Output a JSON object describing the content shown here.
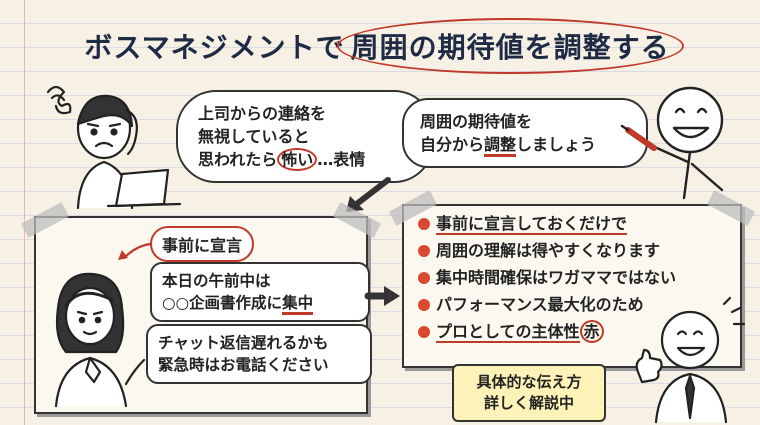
{
  "title": {
    "prefix": "ボスマネジメントで",
    "highlight": "周囲の期待値を調整する"
  },
  "worried_bubble": {
    "line1": "上司からの連絡を",
    "line2": "無視していると",
    "line3_pre": "思われたら",
    "line3_circled": "怖い",
    "line3_post": "…表情"
  },
  "advice_bubble": {
    "line1": "周囲の期待値を",
    "line2_pre": "自分から",
    "line2_underlined": "調整",
    "line2_post": "しましょう"
  },
  "left_panel": {
    "tag": "事前に宣言",
    "message1": {
      "line1": "本日の午前中は",
      "line2_pre": "○○企画書作成に",
      "line2_underlined": "集中"
    },
    "message2": {
      "line1": "チャット返信遅れるかも",
      "line2": "緊急時はお電話ください"
    }
  },
  "right_panel": {
    "items": [
      {
        "pre": "事前に宣言しておくだけで",
        "underlined": ""
      },
      {
        "pre": "周囲の理解は得やすくなります",
        "underlined": ""
      },
      {
        "pre": "集中時間確保はワガママではない",
        "underlined": ""
      },
      {
        "pre": "パフォーマンス最大化のため",
        "underlined": ""
      },
      {
        "pre": "プロとしての主体性",
        "underlined": "赤"
      }
    ]
  },
  "sticky_note": {
    "line1": "具体的な伝え方",
    "line2": "詳しく解説中"
  },
  "colors": {
    "accent_red": "#c0392b",
    "bullet_red": "#d9482f",
    "title_navy": "#1f2a44",
    "note_yellow": "#fdf3b8"
  }
}
